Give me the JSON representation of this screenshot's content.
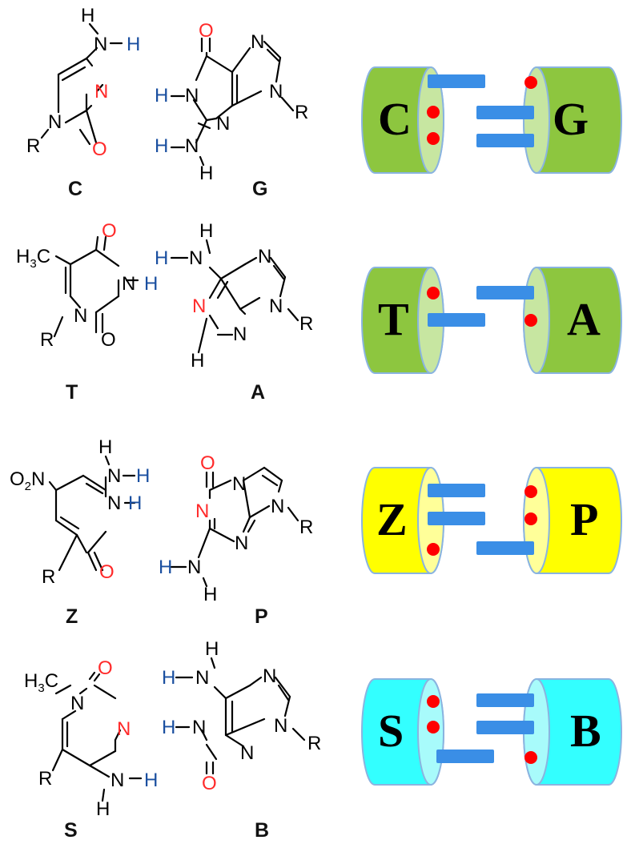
{
  "colors": {
    "black_atom": "#000000",
    "donor_H": "#1a4fa0",
    "acceptor": "#ff2a2a",
    "green": "#8dc63f",
    "green_face": "#c7e6a1",
    "yellow": "#ffff00",
    "yellow_face": "#ffff99",
    "cyan": "#33ffff",
    "cyan_face": "#a8fbfb",
    "hbond_bar": "#3a8ee6",
    "acceptor_dot": "#ff0000"
  },
  "pairs": [
    {
      "left": {
        "letter": "C",
        "caption": "C"
      },
      "right": {
        "letter": "G",
        "caption": "G"
      },
      "scheme": "green"
    },
    {
      "left": {
        "letter": "T",
        "caption": "T"
      },
      "right": {
        "letter": "A",
        "caption": "A"
      },
      "scheme": "green"
    },
    {
      "left": {
        "letter": "Z",
        "caption": "Z"
      },
      "right": {
        "letter": "P",
        "caption": "P"
      },
      "scheme": "yellow"
    },
    {
      "left": {
        "letter": "S",
        "caption": "S"
      },
      "right": {
        "letter": "B",
        "caption": "B"
      },
      "scheme": "cyan"
    }
  ],
  "atoms": {
    "H": "H",
    "N": "N",
    "O": "O",
    "R": "R",
    "H3C": "H3C",
    "O2N": "O2N"
  }
}
